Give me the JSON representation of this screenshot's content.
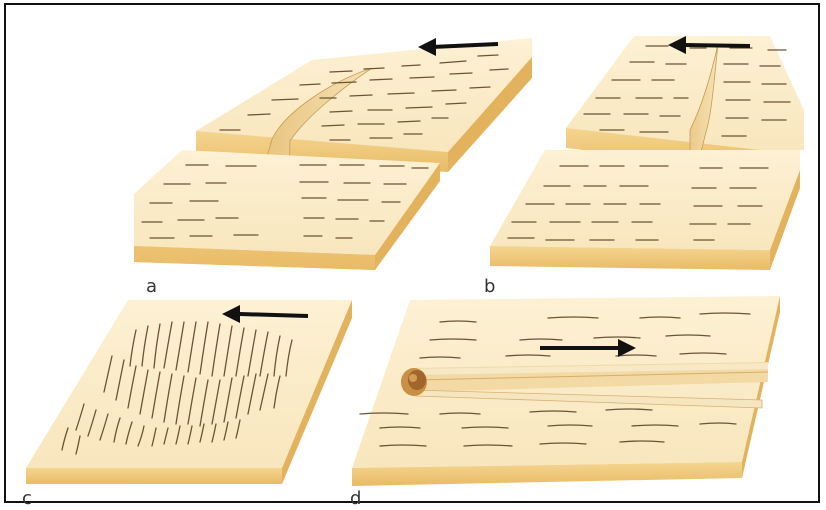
{
  "panels": [
    {
      "id": "a",
      "label": "a",
      "arrow": "left"
    },
    {
      "id": "b",
      "label": "b",
      "arrow": "left"
    },
    {
      "id": "c",
      "label": "c",
      "arrow": "left"
    },
    {
      "id": "d",
      "label": "d",
      "arrow": "right"
    }
  ],
  "colors": {
    "top": "#faebc8",
    "side": "#f0c97e",
    "side_dark": "#e6b866",
    "grain": "#6a5434",
    "arrow": "#111111",
    "frame": "#111111"
  }
}
